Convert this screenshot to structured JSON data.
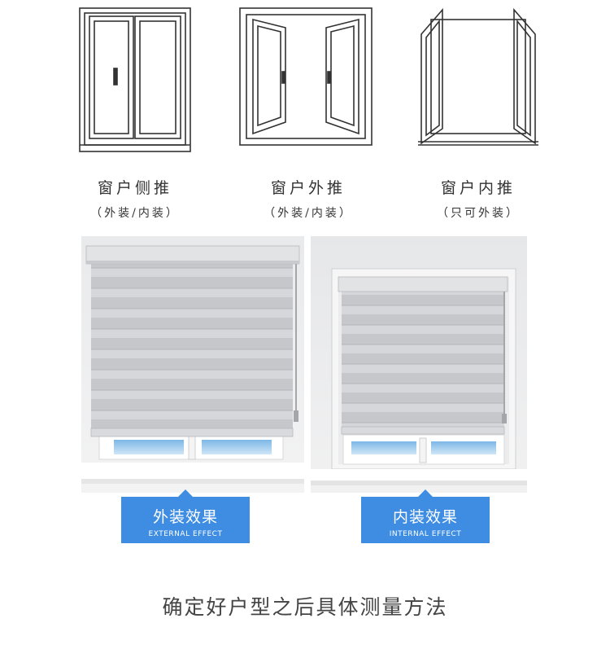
{
  "windows": [
    {
      "title": "窗户侧推",
      "subtitle": "（外装/内装）"
    },
    {
      "title": "窗户外推",
      "subtitle": "（外装/内装）"
    },
    {
      "title": "窗户内推",
      "subtitle": "（只可外装）"
    }
  ],
  "effects": [
    {
      "zh": "外装效果",
      "en": "EXTERNAL EFFECT"
    },
    {
      "zh": "内装效果",
      "en": "INTERNAL EFFECT"
    }
  ],
  "footer": "确定好户型之后具体测量方法",
  "colors": {
    "badge": "#3e8de3",
    "blind": "#c9cacd",
    "wall": "#e8e8ea"
  }
}
